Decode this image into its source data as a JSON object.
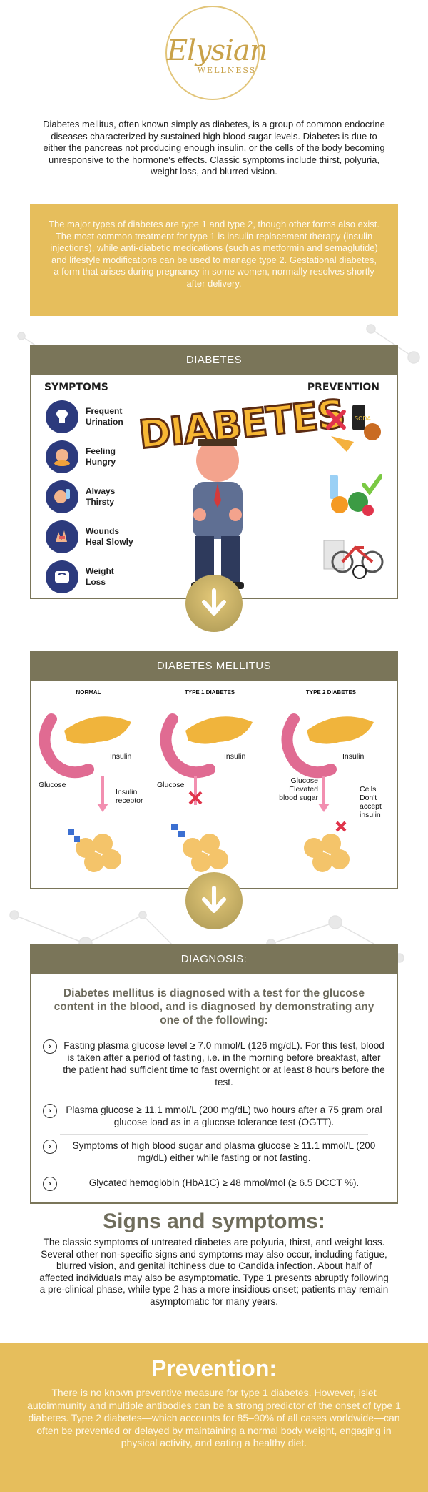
{
  "logo": {
    "script": "Elysian",
    "sub": "WELLNESS"
  },
  "intro": "Diabetes mellitus, often known simply as diabetes, is a group of common endocrine diseases characterized by sustained high blood sugar levels. Diabetes is due to either the pancreas not producing enough insulin, or the cells of the body becoming unresponsive to the hormone's effects. Classic symptoms include thirst, polyuria, weight loss, and blurred vision.",
  "types_box": "The major types of diabetes are type 1 and type 2, though other forms also exist. The most common treatment for type 1 is insulin replacement therapy (insulin injections), while anti-diabetic medications (such as metformin and semaglutide) and lifestyle modifications can be used to manage type 2. Gestational diabetes, a form that arises during pregnancy in some women, normally resolves shortly after delivery.",
  "panel1": {
    "header": "DIABETES",
    "symptoms_title": "SYMPTOMS",
    "prevention_title": "PREVENTION",
    "big_word": "DIABETES",
    "soda_label": "SODA",
    "symptoms": [
      {
        "label": "Frequent Urination",
        "icon": "toilet-icon"
      },
      {
        "label": "Feeling Hungry",
        "icon": "hungry-icon"
      },
      {
        "label": "Always Thirsty",
        "icon": "thirsty-icon"
      },
      {
        "label": "Wounds Heal Slowly",
        "icon": "wound-icon"
      },
      {
        "label": "Weight Loss",
        "icon": "scale-icon"
      }
    ]
  },
  "panel2": {
    "header": "DIABETES MELLITUS",
    "columns": [
      {
        "title": "NORMAL",
        "insulin": "Insulin",
        "left": "Glucose",
        "right": "Insulin receptor"
      },
      {
        "title": "TYPE 1 DIABETES",
        "insulin": "Insulin",
        "left": "Glucose",
        "right": ""
      },
      {
        "title": "TYPE 2 DIABETES",
        "insulin": "Insulin",
        "left": "Glucose Elevated blood sugar",
        "right": "Cells Don't accept insulin"
      }
    ]
  },
  "panel3": {
    "header": "DIAGNOSIS:",
    "intro": "Diabetes mellitus is diagnosed with a test for the glucose content in the blood, and is diagnosed by demonstrating any one of the following:",
    "bullets": [
      "Fasting plasma glucose level ≥ 7.0 mmol/L (126 mg/dL). For this test, blood is taken after a period of fasting, i.e. in the morning before breakfast, after the patient had sufficient time to fast overnight or at least 8 hours before the test.",
      "Plasma glucose ≥ 11.1 mmol/L (200 mg/dL) two hours after a 75 gram oral glucose load as in a glucose tolerance test (OGTT).",
      "Symptoms of high blood sugar and plasma glucose ≥ 11.1 mmol/L (200 mg/dL) either while fasting or not fasting.",
      "Glycated hemoglobin (HbA1C) ≥ 48 mmol/mol (≥ 6.5 DCCT %)."
    ]
  },
  "signs": {
    "title": "Signs and symptoms:",
    "text": "The classic symptoms of untreated diabetes are polyuria, thirst, and weight loss. Several other non-specific signs and symptoms may also occur, including fatigue, blurred vision, and genital itchiness due to Candida infection. About half of affected individuals may also be asymptomatic. Type 1 presents abruptly following a pre-clinical phase, while type 2 has a more insidious onset; patients may remain asymptomatic for many years."
  },
  "prevention": {
    "title": "Prevention:",
    "text": "There is no known preventive measure for type 1 diabetes. However, islet autoimmunity and multiple antibodies can be a strong predictor of the onset of type 1 diabetes. Type 2 diabetes—which accounts for 85–90% of all cases worldwide—can often be prevented or delayed by maintaining a normal body weight, engaging in physical activity, and eating a healthy diet."
  },
  "colors": {
    "gold": "#e6be5c",
    "olive": "#7a7559",
    "navy": "#2c3a7d",
    "pancreas": "#f0b43c",
    "intestine": "#e06b92"
  }
}
